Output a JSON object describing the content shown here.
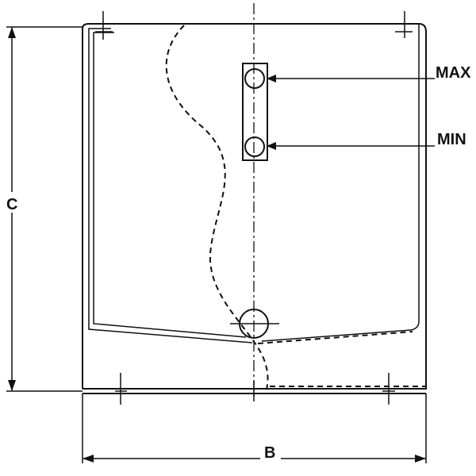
{
  "labels": {
    "max": "MAX",
    "min": "MIN",
    "dim_c": "C",
    "dim_b": "B"
  },
  "colors": {
    "line": "#111111",
    "background": "#ffffff"
  }
}
